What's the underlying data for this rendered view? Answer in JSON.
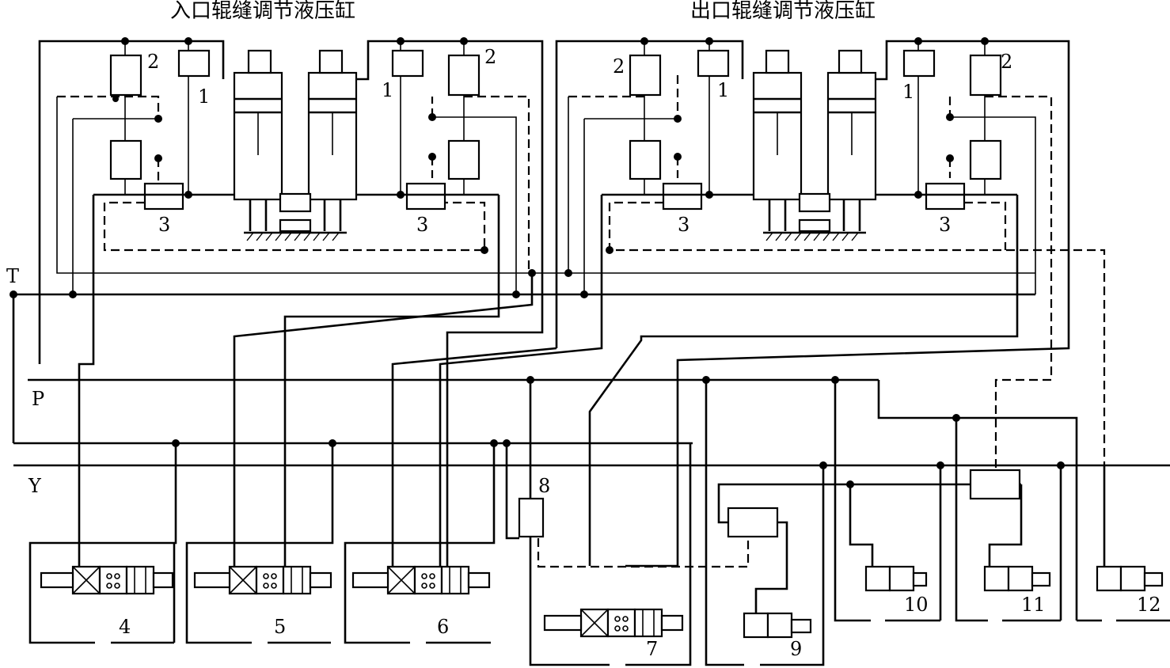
{
  "titles": {
    "inlet": "入口辊缝调节液压缸",
    "outlet": "出口辊缝调节液压缸"
  },
  "lines": {
    "tank": "T",
    "pressure": "P",
    "drain": "Y"
  },
  "labels": {
    "relief": "1",
    "check": "2",
    "reducer": "3",
    "v4": "4",
    "v5": "5",
    "v6": "6",
    "v7": "7",
    "v8": "8",
    "v9": "9",
    "v10": "10",
    "v11": "11",
    "v12": "12"
  }
}
